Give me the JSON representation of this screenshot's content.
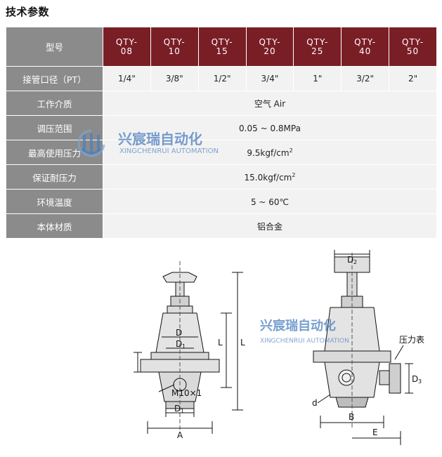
{
  "title": "技术参数",
  "header_label": "型号",
  "models": [
    {
      "prefix": "QTY-",
      "num": "08"
    },
    {
      "prefix": "QTY-",
      "num": "10"
    },
    {
      "prefix": "QTY-",
      "num": "15"
    },
    {
      "prefix": "QTY-",
      "num": "20"
    },
    {
      "prefix": "QTY-",
      "num": "25"
    },
    {
      "prefix": "QTY-",
      "num": "40"
    },
    {
      "prefix": "QTY-",
      "num": "50"
    }
  ],
  "port_row": {
    "label": "接管口径（PT）",
    "values": [
      "1/4\"",
      "3/8\"",
      "1/2\"",
      "3/4\"",
      "1\"",
      "3/2\"",
      "2\""
    ]
  },
  "spec_rows": [
    {
      "label": "工作介质",
      "value": "空气 Air",
      "sup": ""
    },
    {
      "label": "调压范围",
      "value": "0.05 ~ 0.8MPa",
      "sup": ""
    },
    {
      "label": "最高使用压力",
      "value": "9.5kgf/cm",
      "sup": "2"
    },
    {
      "label": "保证耐压力",
      "value": "15.0kgf/cm",
      "sup": "2"
    },
    {
      "label": "环境温度",
      "value": "5 ~ 60℃",
      "sup": ""
    },
    {
      "label": "本体材质",
      "value": "铝合金",
      "sup": ""
    }
  ],
  "watermark": {
    "name": "兴宸瑞自动化",
    "sub": "XINGCHENRUI AUTOMATION"
  },
  "drawing_labels": {
    "left_D": "D",
    "left_D1": "D",
    "left_thread": "M10×1",
    "left_bottom_D1": "D",
    "left_A": "A",
    "left_L": "L",
    "left_L1": "L",
    "right_D2": "D",
    "right_d": "d",
    "right_B": "B",
    "right_E": "E",
    "right_D3": "D",
    "right_gauge": "压力表"
  },
  "colors": {
    "header_model": "#7a1e26",
    "header_label": "#8b8b8b",
    "cell": "#f2f2f2",
    "watermark": "#4a7fc0"
  }
}
